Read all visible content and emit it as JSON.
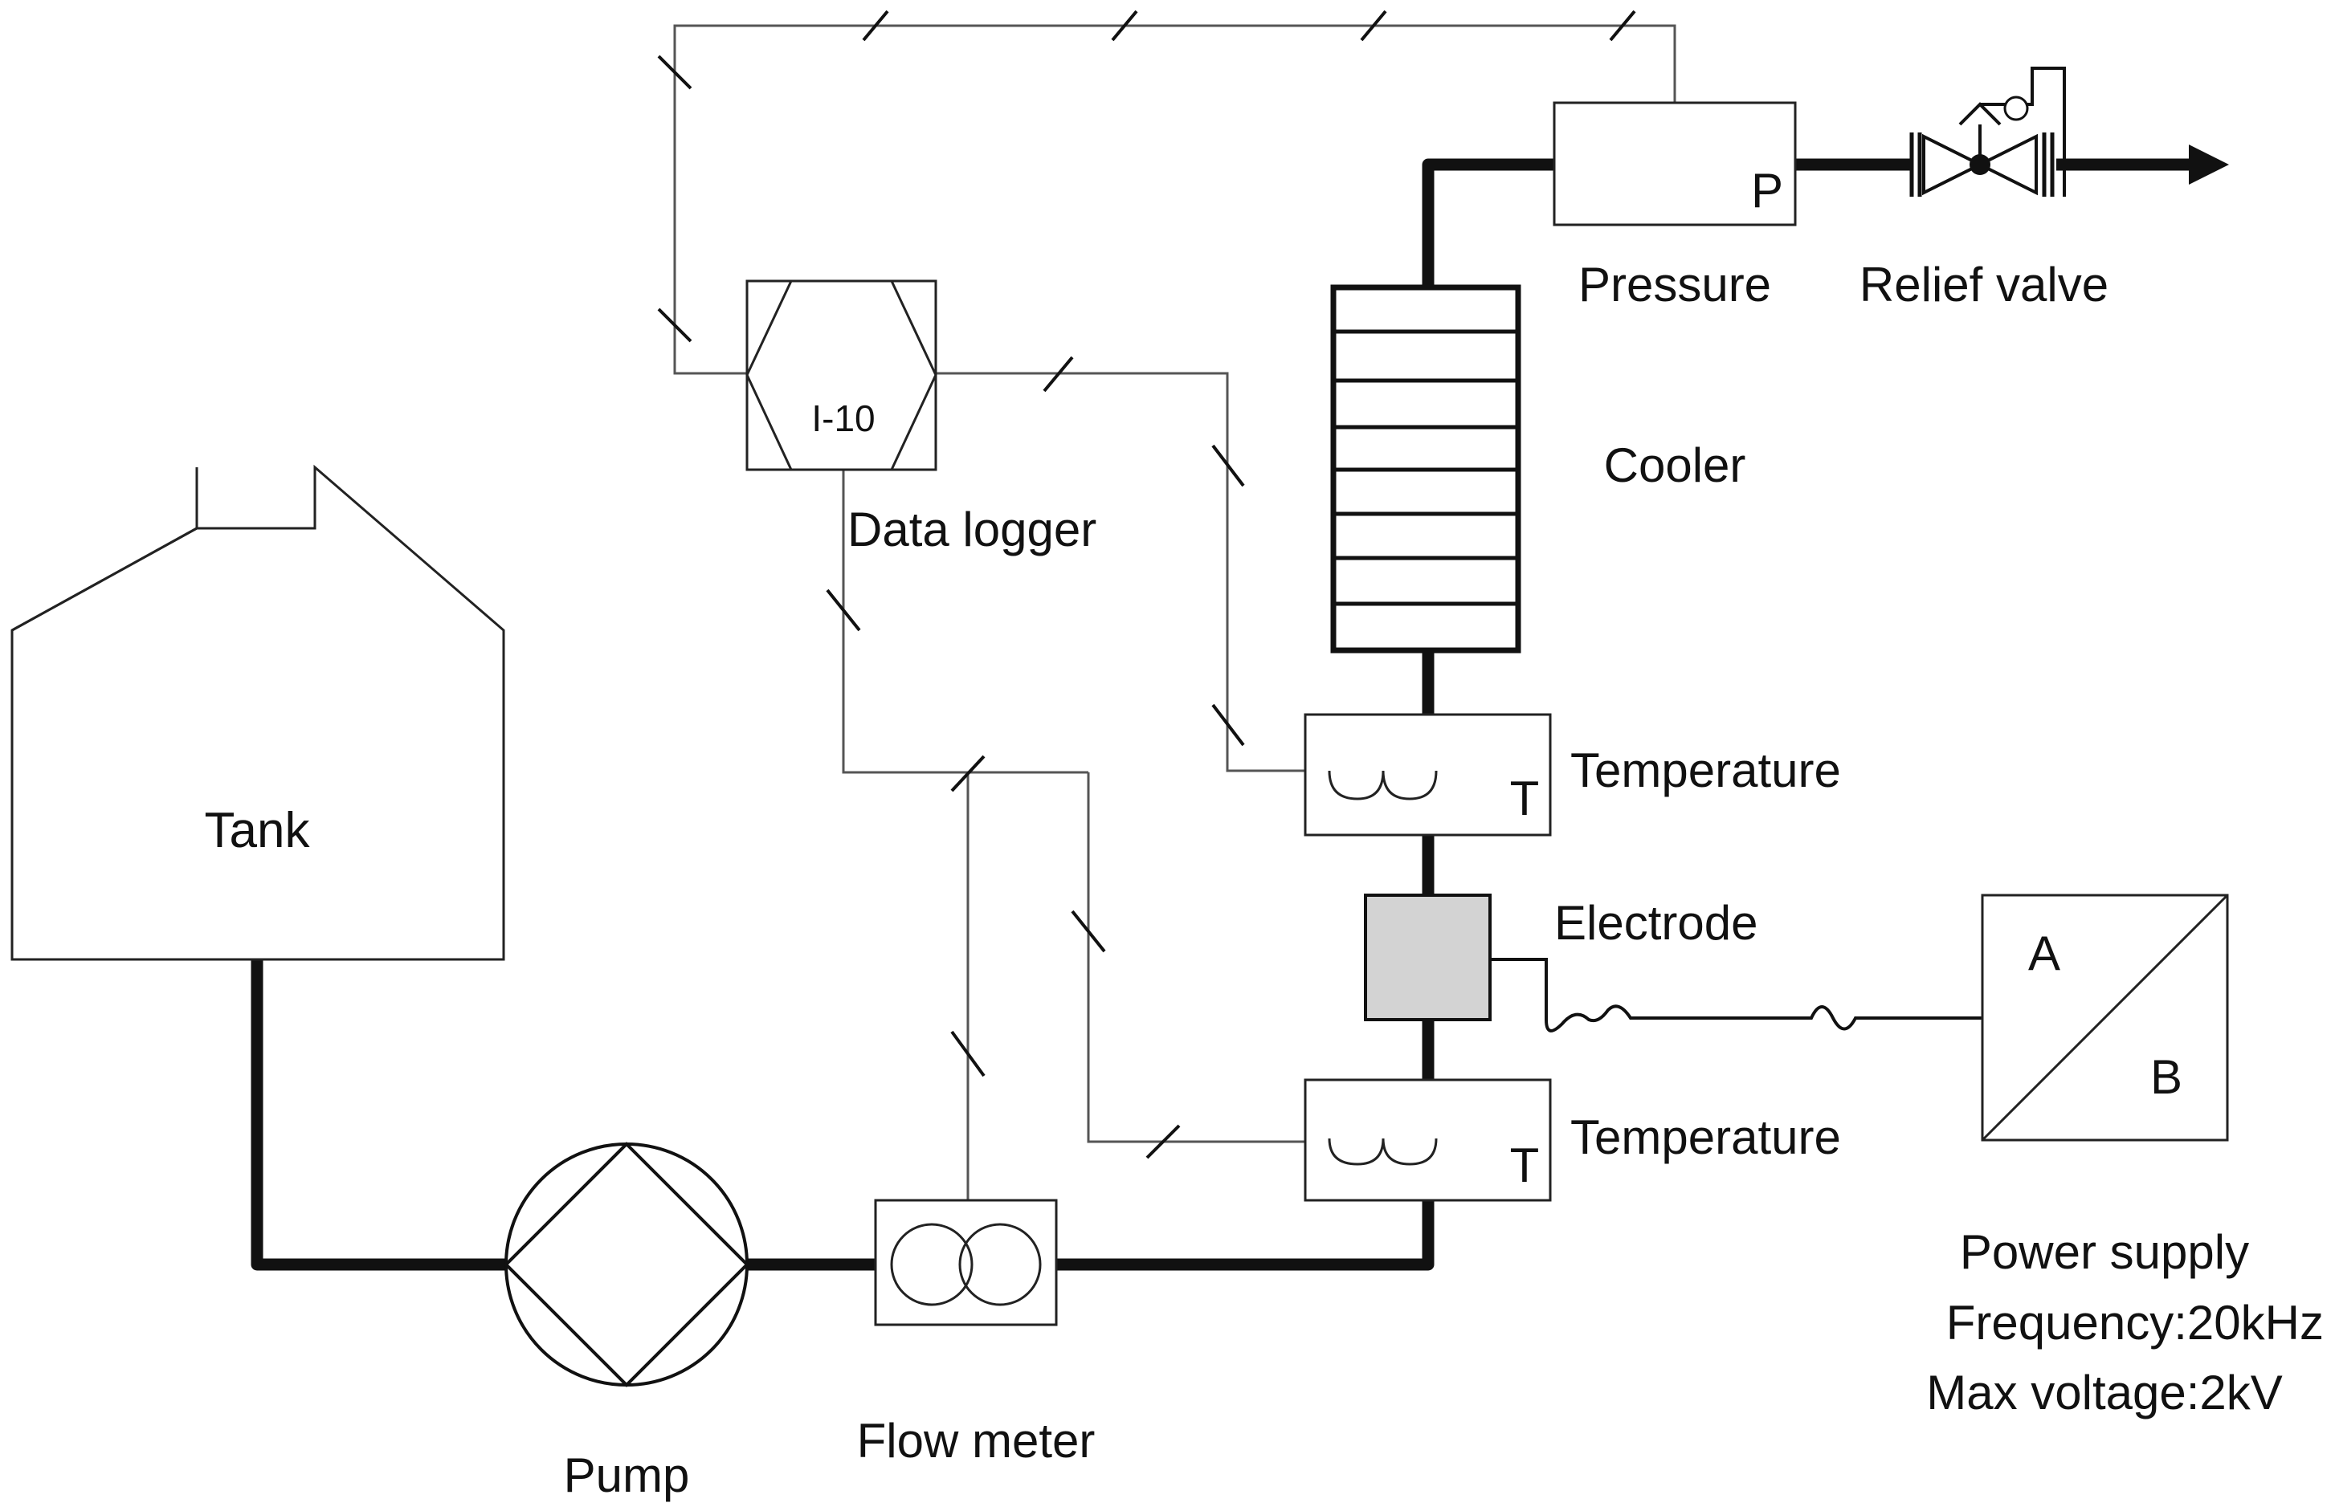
{
  "tank": {
    "label": "Tank"
  },
  "pump": {
    "label": "Pump"
  },
  "flow_meter": {
    "label": "Flow meter"
  },
  "data_logger": {
    "label": "Data logger",
    "model": "I-10"
  },
  "cooler": {
    "label": "Cooler"
  },
  "pressure": {
    "label": "Pressure",
    "symbol": "P"
  },
  "relief_valve": {
    "label": "Relief valve"
  },
  "temperature_upper": {
    "label": "Temperature",
    "symbol": "T"
  },
  "temperature_lower": {
    "label": "Temperature",
    "symbol": "T"
  },
  "electrode": {
    "label": "Electrode"
  },
  "power_supply": {
    "label": "Power supply",
    "frequency": "Frequency:20kHz",
    "max_voltage": "Max voltage:2kV",
    "terminal_a": "A",
    "terminal_b": "B"
  },
  "colors": {
    "line": "#111111",
    "signal": "#555555",
    "electrode_fill": "#d3d3d3"
  }
}
